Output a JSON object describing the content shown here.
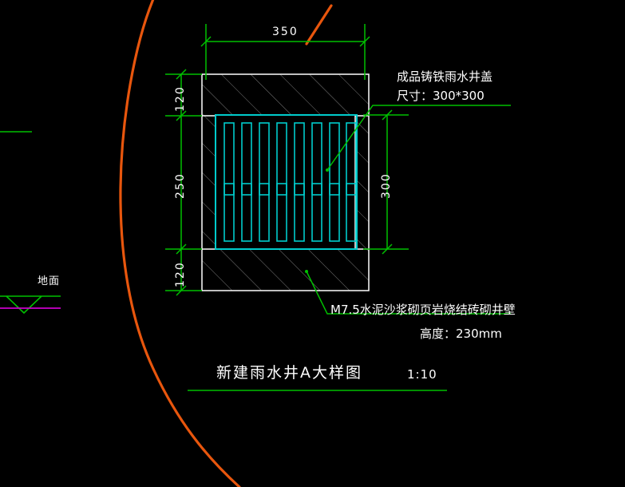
{
  "drawing": {
    "background_color": "#000000",
    "title": "新建雨水井A大样图",
    "scale": "1:10",
    "colors": {
      "dimension_green": "#00c000",
      "outline_white": "#ffffff",
      "grate_cyan": "#00cccc",
      "hatch_gray": "#808080",
      "pipe_orange": "#e8560d",
      "ground_magenta": "#cc00cc",
      "text_white": "#ffffff"
    }
  },
  "dimensions": {
    "top_width": "350",
    "left_top": "120",
    "left_middle": "250",
    "left_bottom": "120",
    "right_total": "300"
  },
  "annotations": {
    "cover_label_line1": "成品铸铁雨水井盖",
    "cover_label_line2": "尺寸：300*300",
    "wall_label_line1": "M7.5水泥沙浆砌页岩烧结砖砌井壁",
    "wall_label_line2": "高度：230mm",
    "ground_label": "地面"
  },
  "chart_data": {
    "type": "table",
    "title": "新建雨水井A大样图",
    "notes": [
      "成品铸铁雨水井盖 尺寸：300*300",
      "M7.5水泥沙浆砌页岩烧结砖砌井壁 高度：230mm"
    ],
    "measurements": [
      {
        "name": "top_width",
        "value": 350,
        "unit": "mm",
        "orientation": "horizontal"
      },
      {
        "name": "upper_wall_height",
        "value": 120,
        "unit": "mm",
        "orientation": "vertical"
      },
      {
        "name": "grate_opening_height",
        "value": 250,
        "unit": "mm",
        "orientation": "vertical"
      },
      {
        "name": "lower_wall_height",
        "value": 120,
        "unit": "mm",
        "orientation": "vertical"
      },
      {
        "name": "inner_depth",
        "value": 300,
        "unit": "mm",
        "orientation": "vertical"
      }
    ],
    "scale": "1:10"
  }
}
